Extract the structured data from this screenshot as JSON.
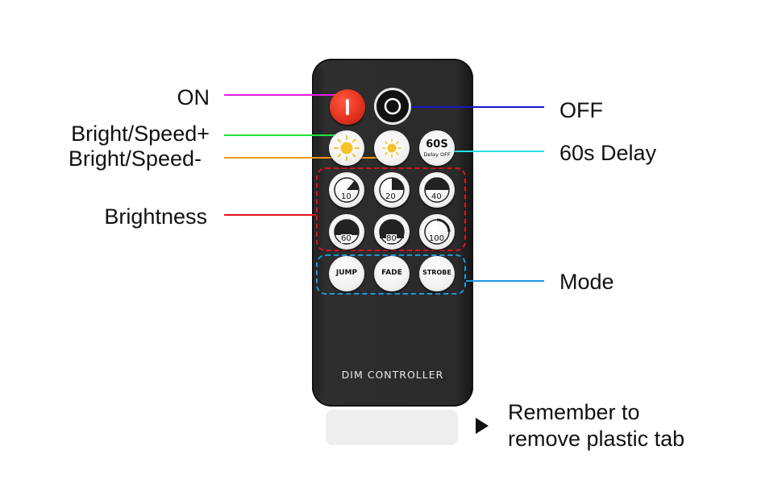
{
  "labels": {
    "on": "ON",
    "bright_plus": "Bright/Speed+",
    "bright_minus": "Bright/Speed-",
    "brightness": "Brightness",
    "off": "OFF",
    "delay": "60s Delay",
    "mode": "Mode",
    "note_line1": "Remember to",
    "note_line2": "remove plastic tab"
  },
  "remote": {
    "brand": "DIM CONTROLLER",
    "delay_button": {
      "big": "60S",
      "small": "Delay OFF"
    },
    "brightness_buttons": [
      "10",
      "20",
      "40",
      "60",
      "80",
      "100"
    ],
    "mode_buttons": [
      "JUMP",
      "FADE",
      "STROBE"
    ]
  },
  "colors": {
    "on_line": "#e81ee3",
    "bright_plus_line": "#22e43a",
    "bright_minus_line": "#f59a16",
    "brightness_line": "#e0121f",
    "off_line": "#1a14c8",
    "delay_line": "#26e2ea",
    "mode_line": "#1a9ae0",
    "on_button": "#e5321e",
    "sun_icon": "#f6c229"
  }
}
